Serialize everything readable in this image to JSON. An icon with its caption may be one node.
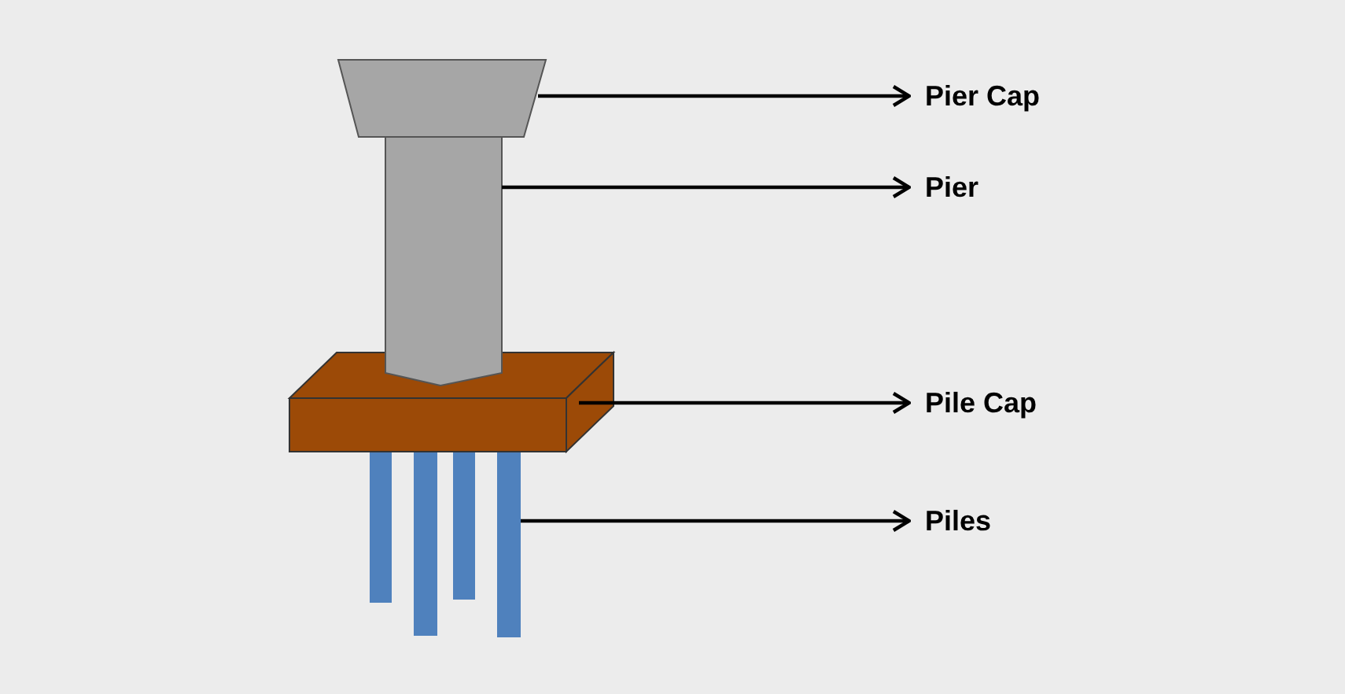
{
  "diagram": {
    "nodes": [
      {
        "text": [
          "Pier Cap"
        ]
      },
      {
        "text": [
          "Pier"
        ]
      },
      {
        "text": [
          "Pile Cap"
        ]
      },
      {
        "text": [
          "Piles"
        ]
      },
      {
        "text": [],
        "shape": "trapezoid"
      },
      {
        "text": [],
        "shape": "column"
      },
      {
        "text": [],
        "shape": "block"
      },
      {
        "text": [],
        "shape": "bar"
      }
    ],
    "edges": [
      {
        "from": 4,
        "to": 0,
        "arrow": "to"
      },
      {
        "from": 5,
        "to": 1,
        "arrow": "to"
      },
      {
        "from": 6,
        "to": 2,
        "arrow": "to"
      },
      {
        "from": 7,
        "to": 3,
        "arrow": "to"
      }
    ]
  }
}
